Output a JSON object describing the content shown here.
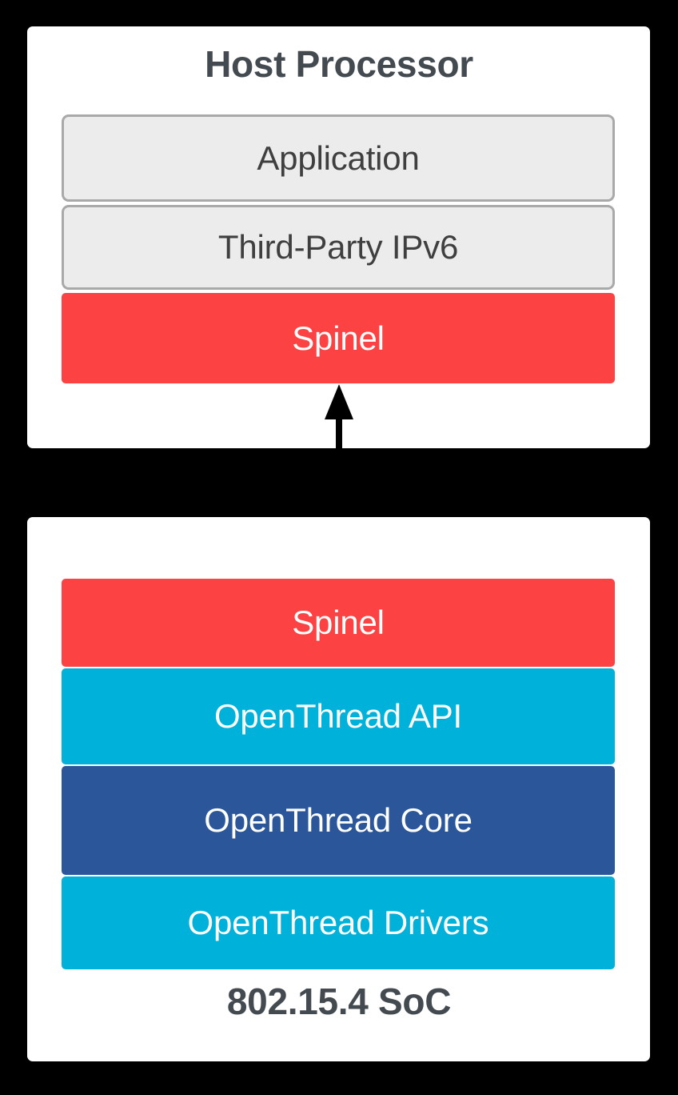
{
  "diagram": {
    "title_top": "Host Processor",
    "title_bottom": "802.15.4 SoC",
    "background_color": "#000000",
    "panel_color": "#ffffff",
    "title_color": "#434b51",
    "connector": {
      "name": "spinel-link",
      "style": "double-headed-arrow",
      "color": "#000000",
      "direction": "bidirectional"
    }
  },
  "host_panel": {
    "title": "Host Processor",
    "layers": [
      {
        "label": "Application",
        "color": "#ececec",
        "border": "#a9a9a9",
        "text_color": "#3f3f3f"
      },
      {
        "label": "Third-Party IPv6",
        "color": "#ececec",
        "border": "#a9a9a9",
        "text_color": "#3f3f3f"
      },
      {
        "label": "Spinel",
        "color": "#fc4242",
        "border": "none",
        "text_color": "#ffffff"
      }
    ]
  },
  "soc_panel": {
    "title": "802.15.4 SoC",
    "layers": [
      {
        "label": "Spinel",
        "color": "#fc4242",
        "border": "none",
        "text_color": "#ffffff"
      },
      {
        "label": "OpenThread API",
        "color": "#00b1da",
        "border": "none",
        "text_color": "#ffffff"
      },
      {
        "label": "OpenThread Core",
        "color": "#2b5699",
        "border": "none",
        "text_color": "#ffffff"
      },
      {
        "label": "OpenThread Drivers",
        "color": "#00b1da",
        "border": "none",
        "text_color": "#ffffff"
      }
    ]
  }
}
